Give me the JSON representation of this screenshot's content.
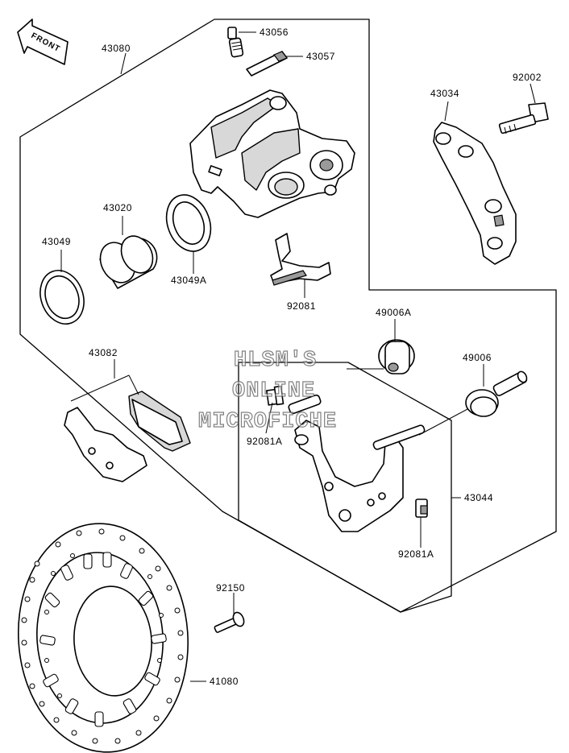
{
  "front_badge": "FRONT",
  "watermark": [
    "HLSM'S",
    "ONLINE",
    "MICROFICHE"
  ],
  "labels": {
    "p43080": "43080",
    "p43056": "43056",
    "p43057": "43057",
    "p43034": "43034",
    "p92002": "92002",
    "p43020": "43020",
    "p43049": "43049",
    "p43049A": "43049A",
    "p92081": "92081",
    "p49006A": "49006A",
    "p43082": "43082",
    "p49006": "49006",
    "p92081A_upper": "92081A",
    "p43044": "43044",
    "p92081A_lower": "92081A",
    "p92150": "92150",
    "p41080": "41080"
  }
}
